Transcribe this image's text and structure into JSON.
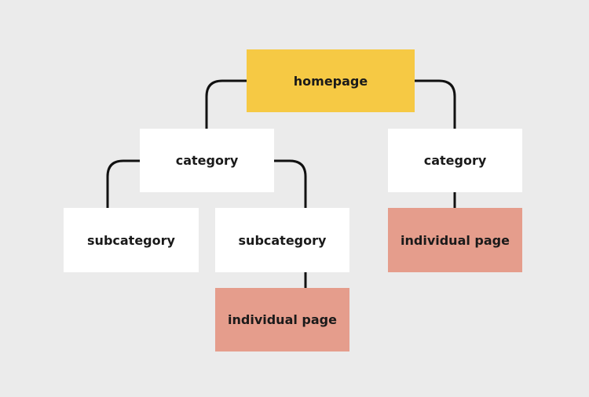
{
  "diagram": {
    "colors": {
      "background": "#ebebeb",
      "line": "#111111",
      "homepage_fill": "#f6c944",
      "category_fill": "#ffffff",
      "page_fill": "#e59d8c"
    },
    "nodes": {
      "homepage": "homepage",
      "category_left": "category",
      "category_right": "category",
      "subcategory_left": "subcategory",
      "subcategory_middle": "subcategory",
      "individual_page_right": "individual page",
      "individual_page_bottom": "individual page"
    }
  }
}
